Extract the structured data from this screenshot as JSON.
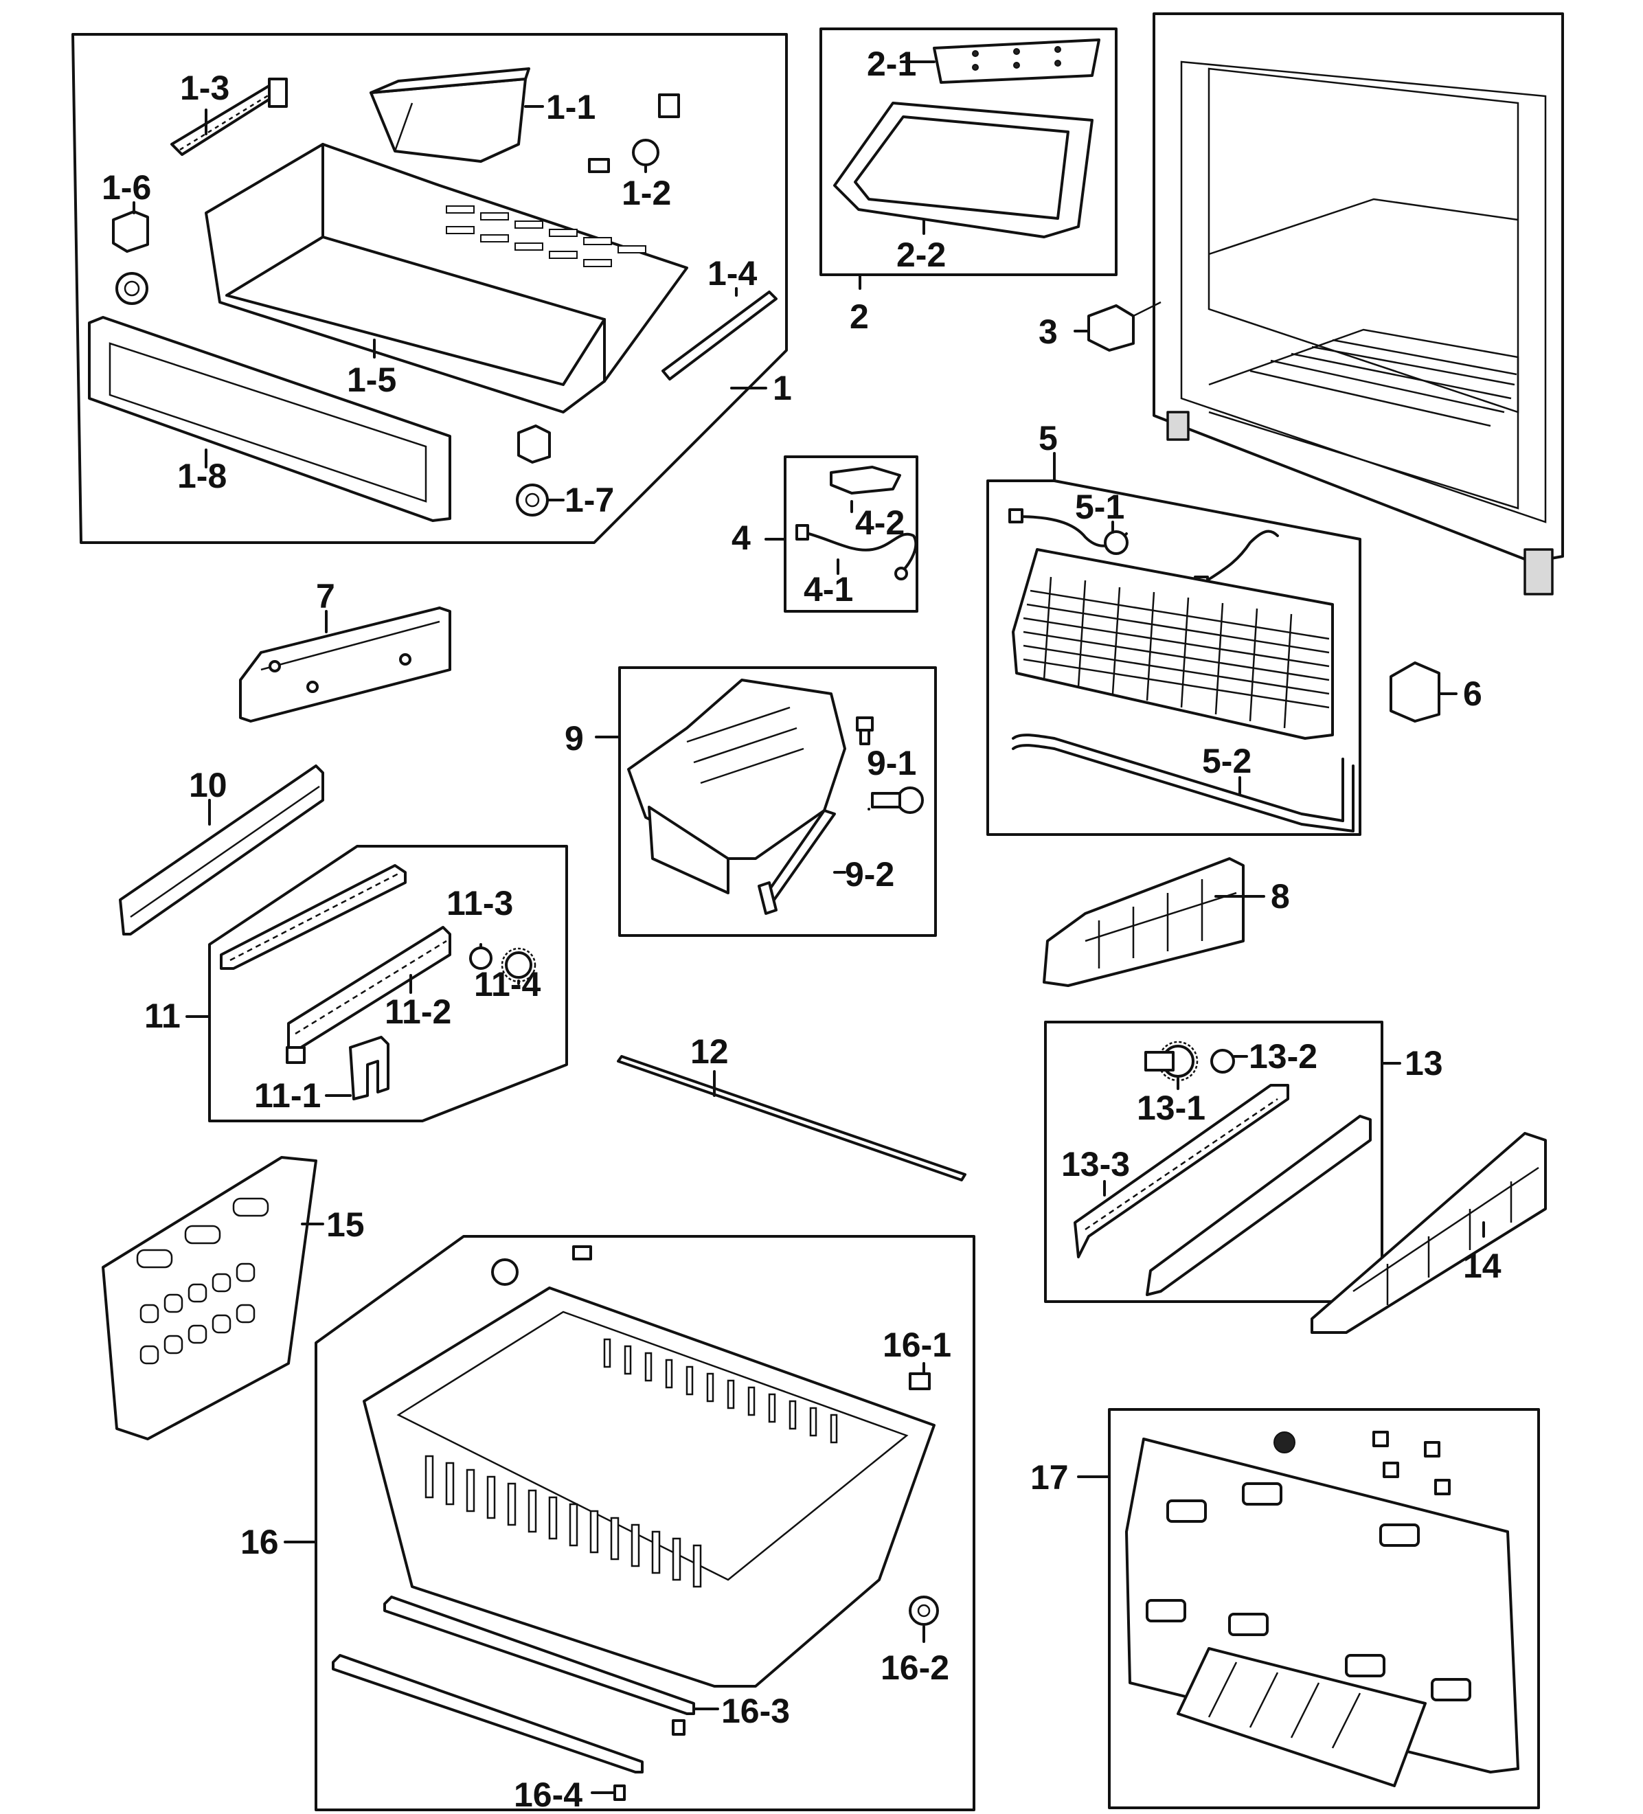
{
  "labels": {
    "l1": "1",
    "l1_1": "1-1",
    "l1_2": "1-2",
    "l1_3": "1-3",
    "l1_4": "1-4",
    "l1_5": "1-5",
    "l1_6": "1-6",
    "l1_7": "1-7",
    "l1_8": "1-8",
    "l2": "2",
    "l2_1": "2-1",
    "l2_2": "2-2",
    "l3": "3",
    "l4": "4",
    "l4_1": "4-1",
    "l4_2": "4-2",
    "l5": "5",
    "l5_1": "5-1",
    "l5_2": "5-2",
    "l6": "6",
    "l7": "7",
    "l8": "8",
    "l9": "9",
    "l9_1": "9-1",
    "l9_2": "9-2",
    "l10": "10",
    "l11": "11",
    "l11_1": "11-1",
    "l11_2": "11-2",
    "l11_3": "11-3",
    "l11_4": "11-4",
    "l12": "12",
    "l13": "13",
    "l13_1": "13-1",
    "l13_2": "13-2",
    "l13_3": "13-3",
    "l14": "14",
    "l15": "15",
    "l16": "16",
    "l16_1": "16-1",
    "l16_2": "16-2",
    "l16_3": "16-3",
    "l16_4": "16-4",
    "l17": "17"
  }
}
